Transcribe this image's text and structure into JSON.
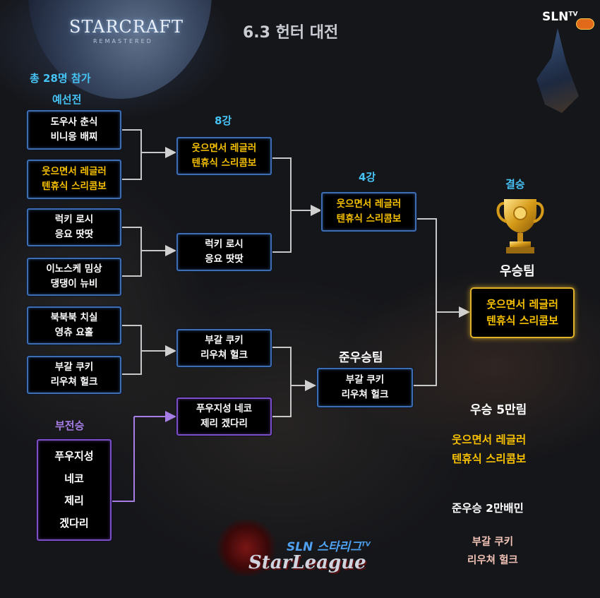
{
  "header": {
    "game_logo": "STARCRAFT",
    "game_logo_sub": "REMASTERED",
    "title": "6.3 헌터 대전",
    "brand": "SLN",
    "brand_sup": "TV"
  },
  "labels": {
    "participants": "총 28명 참가",
    "prelim": "예선전",
    "quarterfinal": "8강",
    "semifinal": "4강",
    "final": "결승",
    "champion_team": "우승팀",
    "runner_up_team": "준우승팀",
    "bujeonseung": "부전승"
  },
  "prelim_matches": [
    {
      "line1": "도우사 춘식",
      "line2": "비니응 배찌",
      "color": "white"
    },
    {
      "line1": "웃으면서 레글러",
      "line2": "텐휴식 스리콤보",
      "color": "gold"
    },
    {
      "line1": "럭키 로시",
      "line2": "응요 땃땃",
      "color": "white"
    },
    {
      "line1": "이노스케 밈상",
      "line2": "댕댕이 뉴비",
      "color": "white"
    },
    {
      "line1": "북북북 치실",
      "line2": "영츄 요홀",
      "color": "white"
    },
    {
      "line1": "부갈 쿠키",
      "line2": "리우쳐 헐크",
      "color": "white"
    }
  ],
  "quarterfinals": [
    {
      "line1": "웃으면서 레글러",
      "line2": "텐휴식 스리콤보",
      "color": "gold"
    },
    {
      "line1": "럭키 로시",
      "line2": "응요 땃땃",
      "color": "white"
    },
    {
      "line1": "부갈 쿠키",
      "line2": "리우쳐 헐크",
      "color": "white"
    },
    {
      "line1": "푸우지성 네코",
      "line2": "제리 겠다리",
      "color": "white"
    }
  ],
  "semifinals": [
    {
      "line1": "웃으면서 레글러",
      "line2": "텐휴식 스리콤보",
      "color": "gold"
    },
    {
      "line1": "부갈 쿠키",
      "line2": "리우쳐 헐크",
      "color": "white"
    }
  ],
  "champion": {
    "line1": "웃으면서 레글러",
    "line2": "텐휴식 스리콤보"
  },
  "bye_team": {
    "lines": [
      "푸우지성",
      "네코",
      "제리",
      "겠다리"
    ]
  },
  "prizes": {
    "first_title": "우승 5만림",
    "first_line1": "웃으면서 레글러",
    "first_line2": "텐휴식 스리콤보",
    "second_title": "준우승 2만배민",
    "second_line1": "부갈 쿠키",
    "second_line2": "리우쳐 헐크"
  },
  "footer": {
    "sln": "SLN",
    "kr": "스타리그",
    "tv": "TV",
    "starleague": "StarLeague"
  },
  "colors": {
    "label_blue": "#46c3f5",
    "gold": "#f6c000",
    "purple": "#a67ee6",
    "box_border": "#3d6eb4",
    "champ_border": "#e0b22a",
    "prize_pink": "#f2c3b6"
  }
}
